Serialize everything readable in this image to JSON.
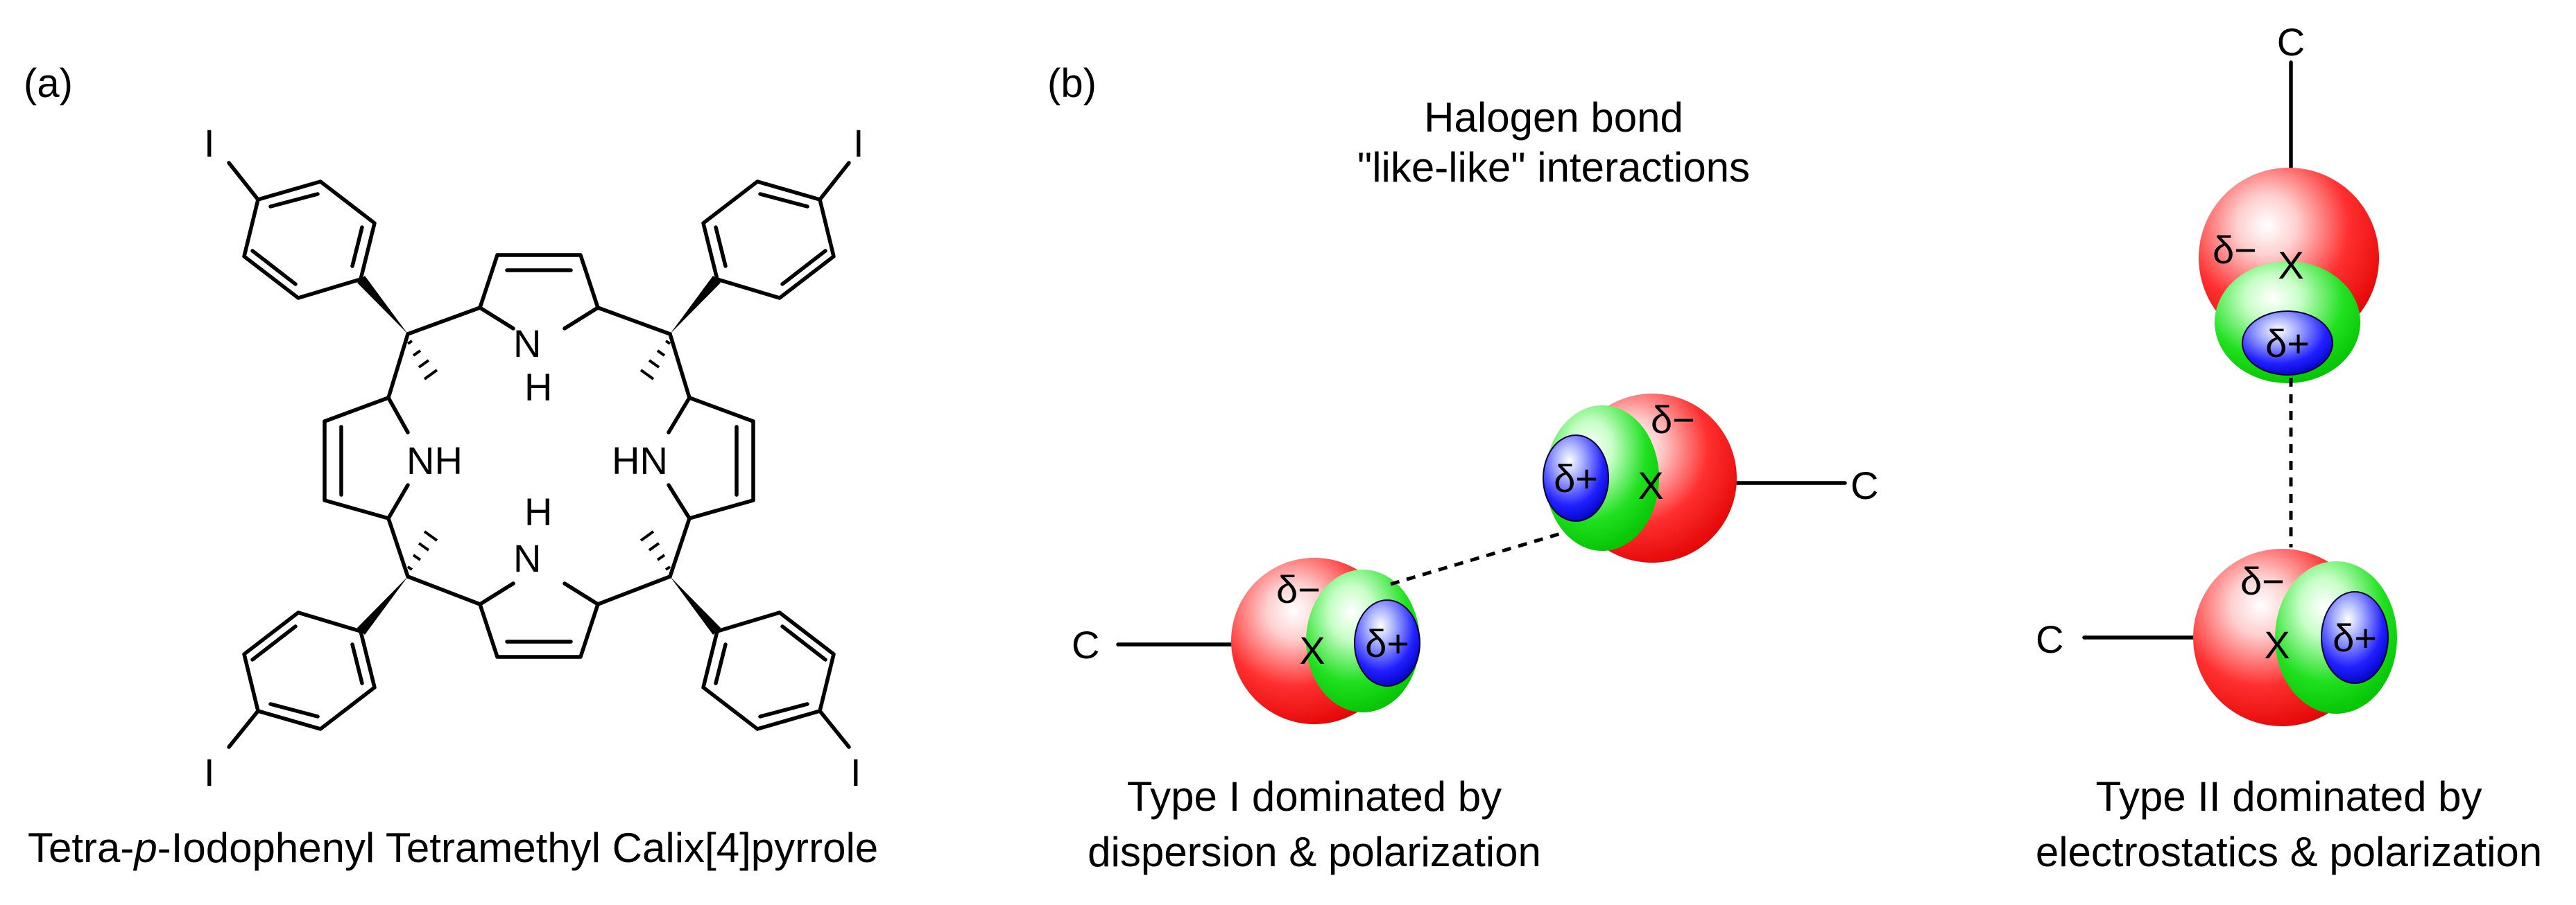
{
  "panel_a": {
    "label": "(a)",
    "caption_pre": "Tetra-",
    "caption_italic": "p",
    "caption_post": "-Iodophenyl Tetramethyl Calix[4]pyrrole",
    "atoms": {
      "iodine": "I",
      "nh": "NH",
      "hn": "HN",
      "n": "N",
      "h": "H"
    }
  },
  "panel_b": {
    "label": "(b)",
    "title_line1": "Halogen bond",
    "title_line2": "\"like-like\" interactions",
    "type1_line1": "Type I dominated by",
    "type1_line2": "dispersion & polarization",
    "type2_line1": "Type II dominated by",
    "type2_line2": "electrostatics & polarization",
    "atoms": {
      "carbon": "C",
      "halogen": "X",
      "delta_minus": "δ−",
      "delta_plus": "δ+"
    },
    "colors": {
      "negative": "#ff0000",
      "neutral": "#00e000",
      "positive": "#1010ff"
    }
  }
}
